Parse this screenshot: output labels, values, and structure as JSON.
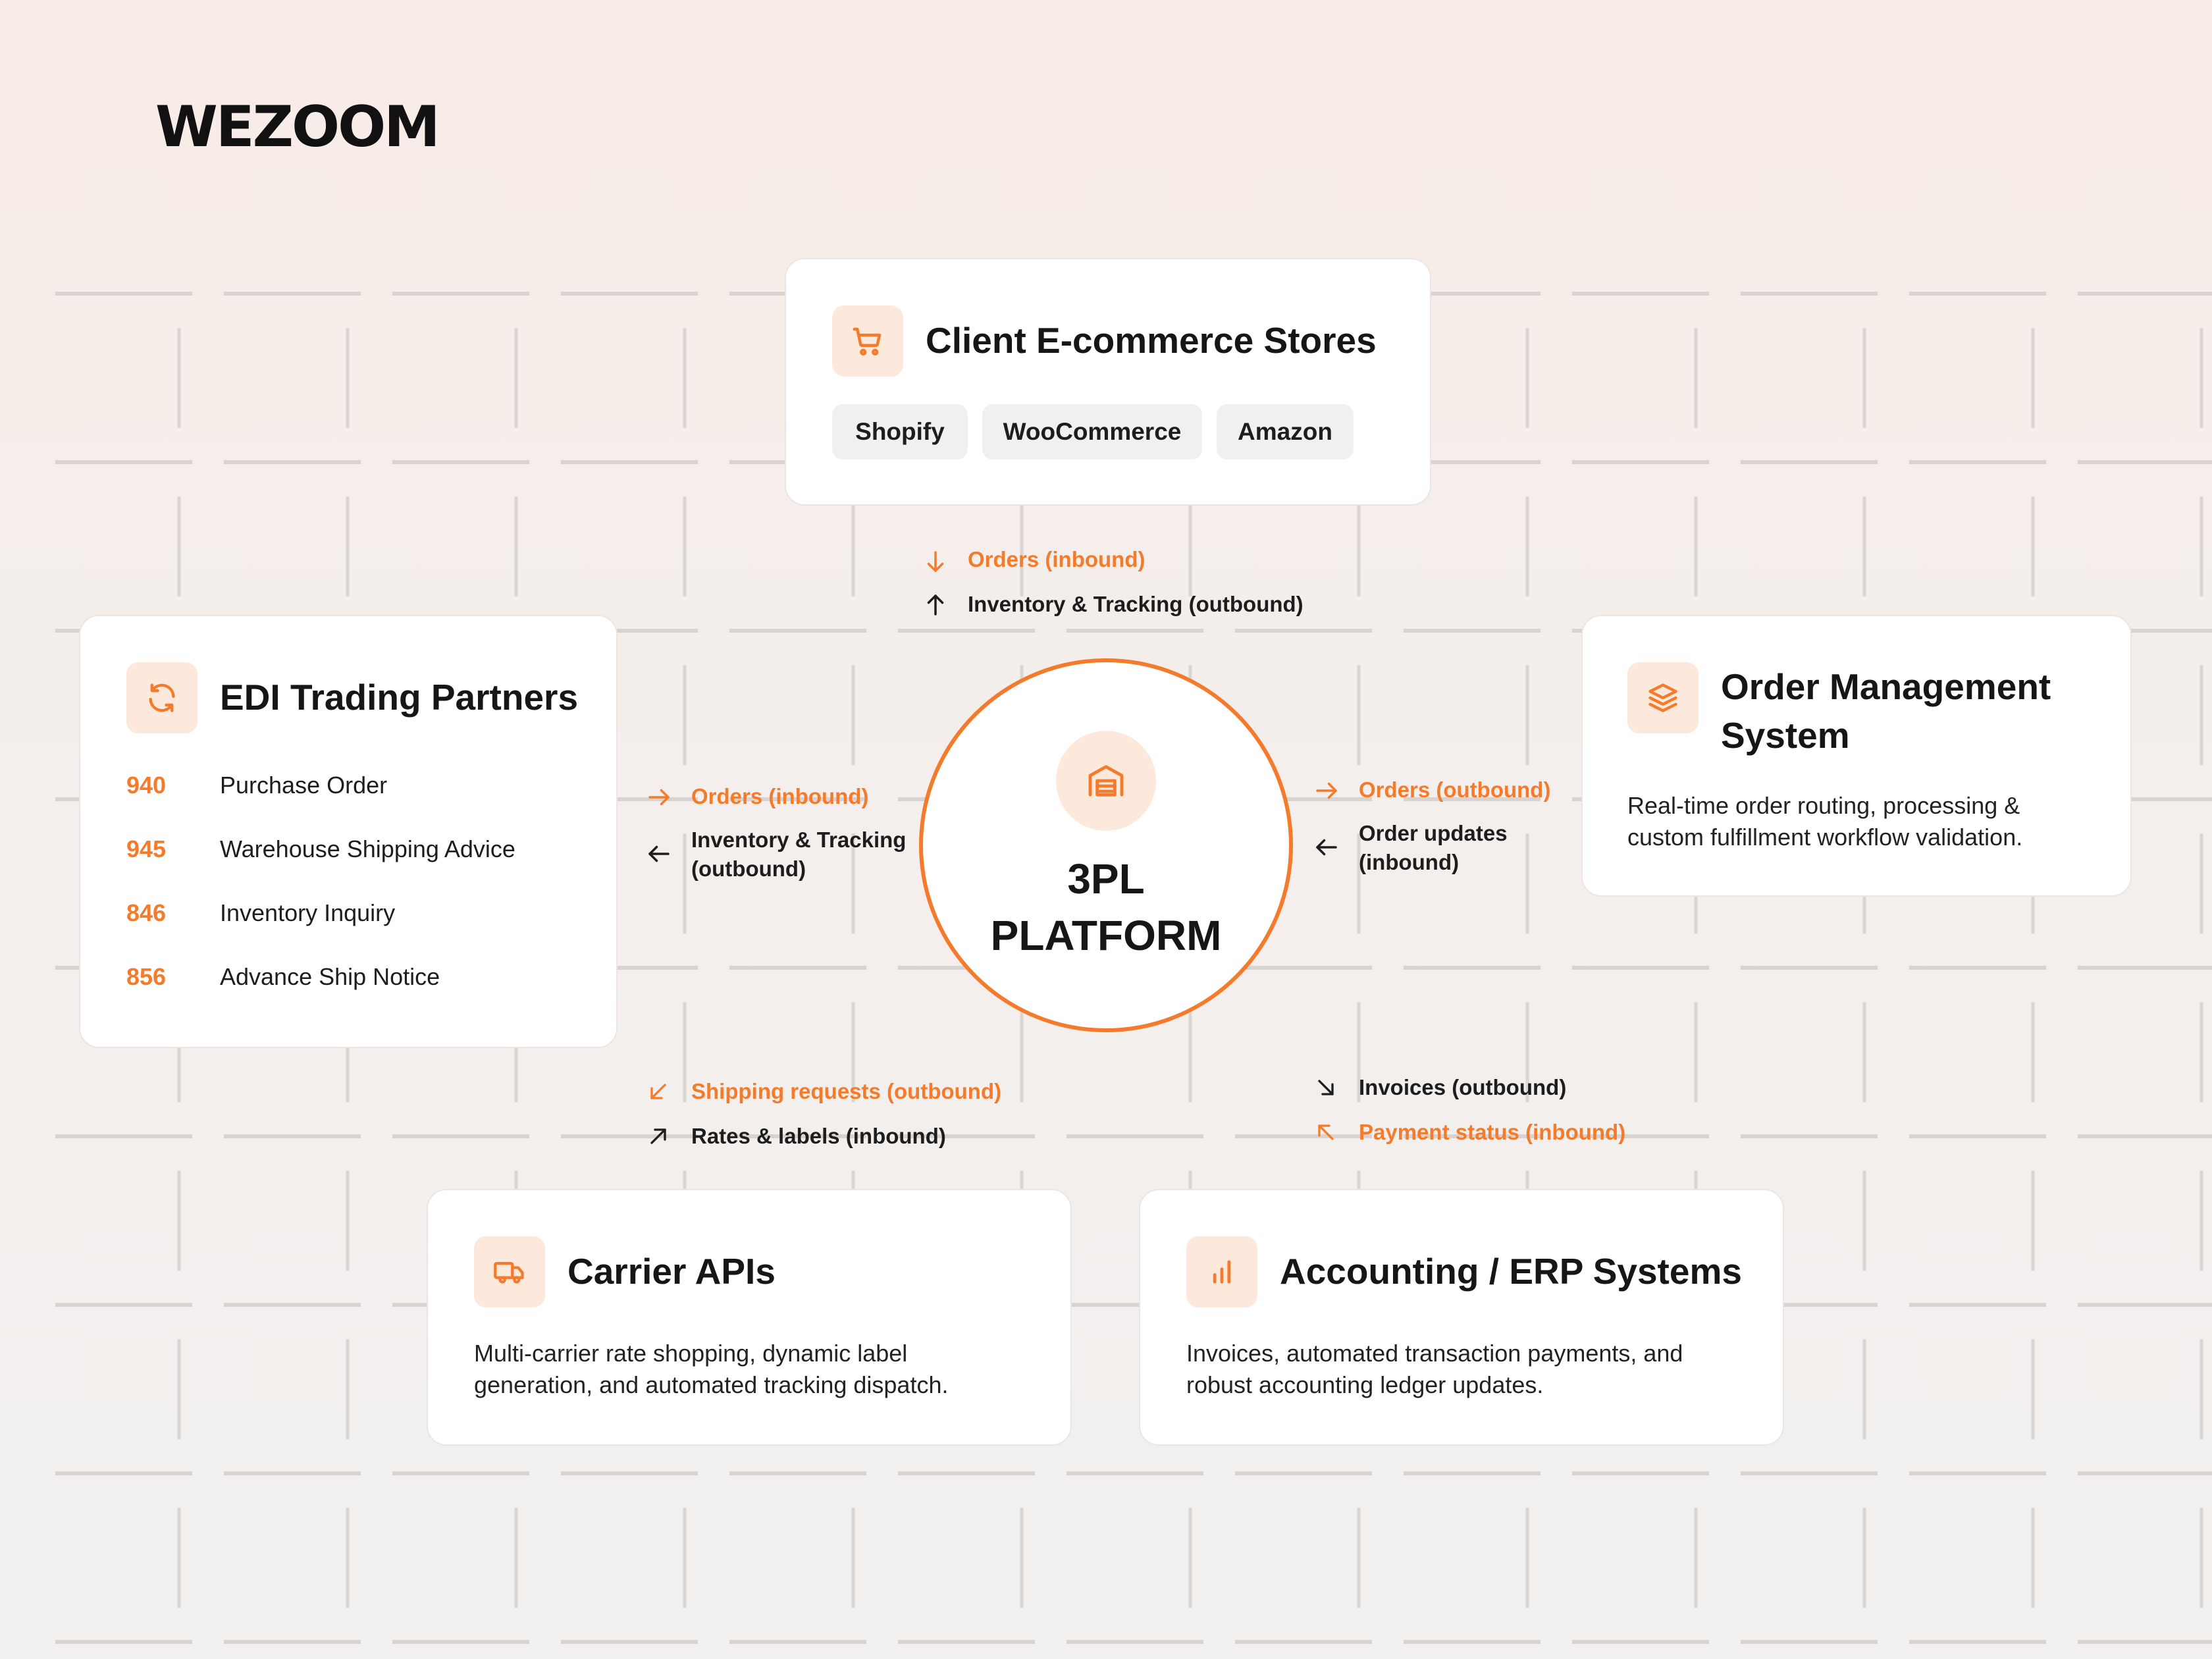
{
  "brand": {
    "logo": "WEZOOM"
  },
  "colors": {
    "accent": "#f47b2c",
    "accent_soft": "#fde9dc",
    "text": "#161616"
  },
  "hub": {
    "line1": "3PL",
    "line2": "PLATFORM",
    "icon": "warehouse-icon"
  },
  "stores": {
    "title": "Client E-commerce Stores",
    "icon": "cart-icon",
    "pills": [
      "Shopify",
      "WooCommerce",
      "Amazon"
    ]
  },
  "edi": {
    "title": "EDI Trading Partners",
    "icon": "sync-icon",
    "items": [
      {
        "code": "940",
        "label": "Purchase Order"
      },
      {
        "code": "945",
        "label": "Warehouse Shipping Advice"
      },
      {
        "code": "846",
        "label": "Inventory Inquiry"
      },
      {
        "code": "856",
        "label": "Advance Ship Notice"
      }
    ]
  },
  "oms": {
    "title_line1": "Order Management",
    "title_line2": "System",
    "icon": "layers-icon",
    "desc_line1": "Real-time order routing, processing &",
    "desc_line2": "custom fulfillment workflow validation."
  },
  "carrier": {
    "title": "Carrier APIs",
    "icon": "truck-icon",
    "desc_line1": "Multi-carrier rate shopping, dynamic label",
    "desc_line2": "generation, and automated tracking dispatch."
  },
  "erp": {
    "title": "Accounting / ERP Systems",
    "icon": "bar-chart-icon",
    "desc_line1": "Invoices, automated transaction payments, and",
    "desc_line2": "robust accounting ledger updates."
  },
  "flows": {
    "top": {
      "in": "Orders (inbound)",
      "out": "Inventory & Tracking (outbound)"
    },
    "left": {
      "in": "Orders (inbound)",
      "out_line1": "Inventory & Tracking",
      "out_line2": "(outbound)"
    },
    "right": {
      "out": "Orders (outbound)",
      "in_line1": "Order updates",
      "in_line2": "(inbound)"
    },
    "bottom_left": {
      "out": "Shipping requests (outbound)",
      "in": "Rates & labels (inbound)"
    },
    "bottom_right": {
      "out": "Invoices (outbound)",
      "in": "Payment status (inbound)"
    }
  }
}
